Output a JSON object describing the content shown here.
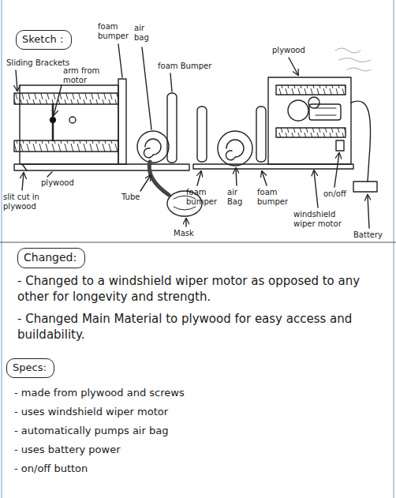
{
  "diagram": {
    "nodes": [
      {
        "text": [
          "Sketch :"
        ]
      },
      {
        "text": [
          "Changed:"
        ]
      },
      {
        "text": [
          "Specs:"
        ]
      }
    ],
    "labels": [
      "Sliding Brackets",
      "foam bumper",
      "air bag",
      "foam Bumper",
      "arm from motor",
      "plywood",
      "slit cut in plywood",
      "Tube",
      "Mask",
      "plywood",
      "foam bumper",
      "air Bag",
      "foam bumper",
      "on/off",
      "windshield wiper motor",
      "Battery",
      "- Changed to a windshield wiper motor as opposed to any other for longevity and strength.",
      "- Changed Main Material to plywood for easy access and buildability.",
      "- made from plywood and screws",
      "- uses windshield wiper motor",
      "- automatically pumps air bag",
      "- uses battery power",
      "- on/off button"
    ]
  }
}
